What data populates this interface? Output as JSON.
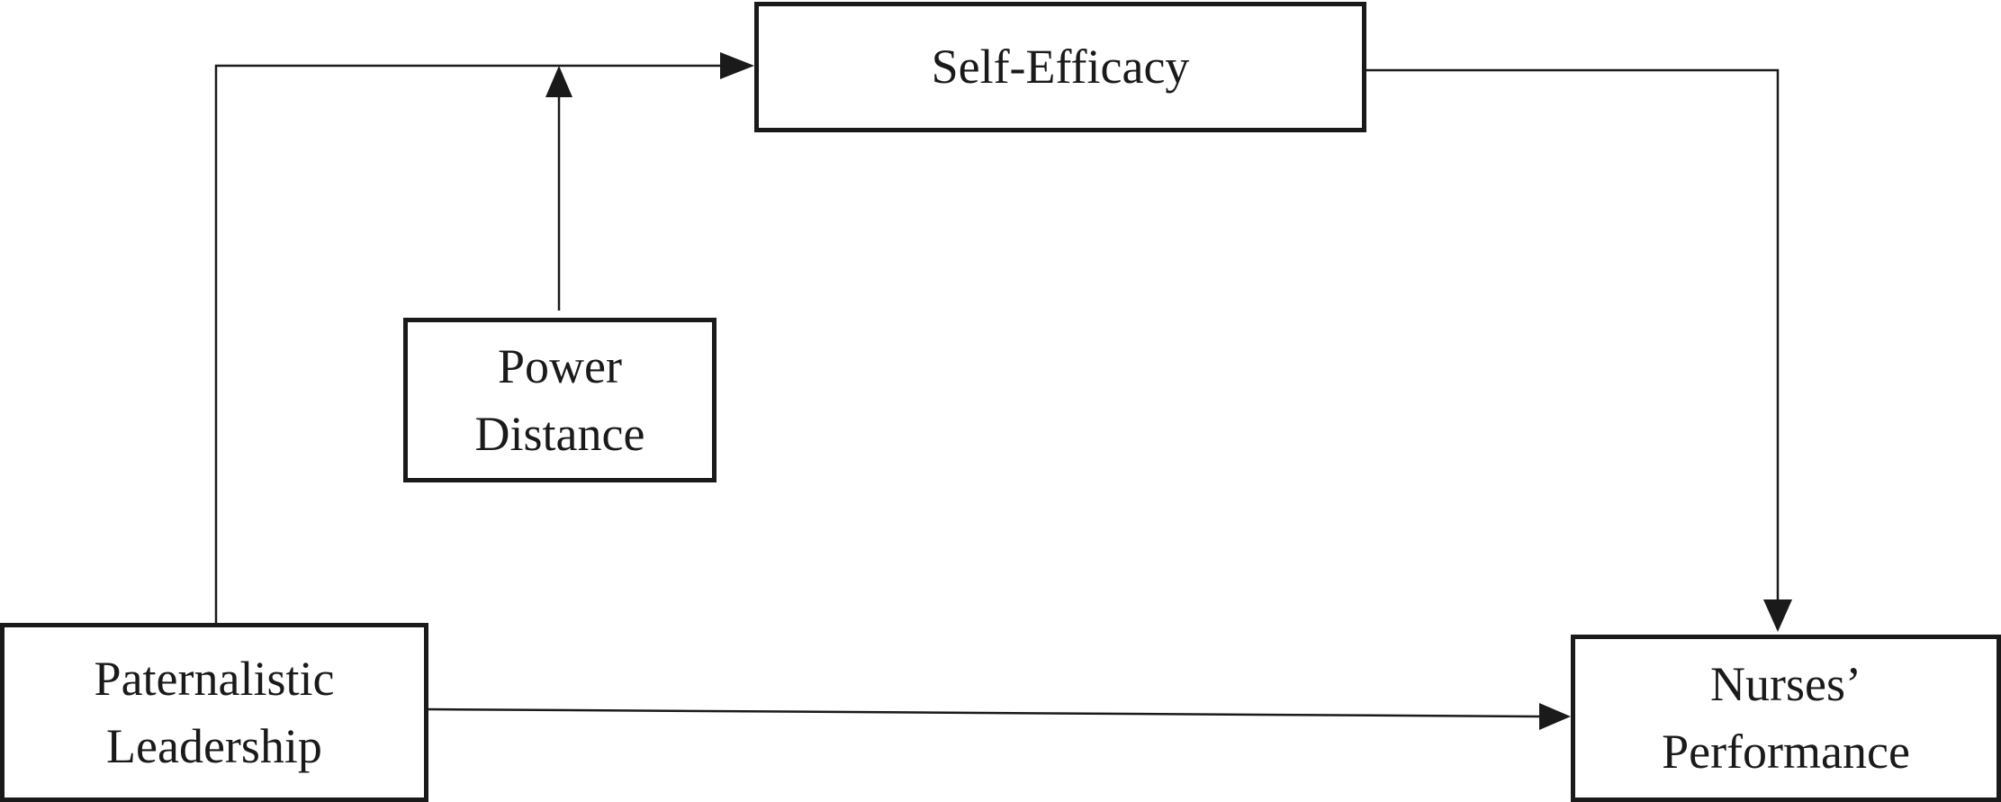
{
  "diagram": {
    "nodes": {
      "self_efficacy": {
        "lines": [
          "Self-Efficacy"
        ]
      },
      "power_distance": {
        "lines": [
          "Power",
          "Distance"
        ]
      },
      "paternalistic_leadership": {
        "lines": [
          "Paternalistic",
          "Leadership"
        ]
      },
      "nurses_performance": {
        "lines": [
          "Nurses’",
          "Performance"
        ]
      }
    },
    "edges": [
      {
        "from": "paternalistic_leadership",
        "to": "self_efficacy",
        "type": "direct-path"
      },
      {
        "from": "power_distance",
        "to": "paternalistic_leadership->self_efficacy",
        "type": "moderation"
      },
      {
        "from": "self_efficacy",
        "to": "nurses_performance",
        "type": "direct-path"
      },
      {
        "from": "paternalistic_leadership",
        "to": "nurses_performance",
        "type": "direct-path"
      }
    ],
    "colors": {
      "stroke": "#1a1a1a",
      "background": "#ffffff"
    }
  }
}
